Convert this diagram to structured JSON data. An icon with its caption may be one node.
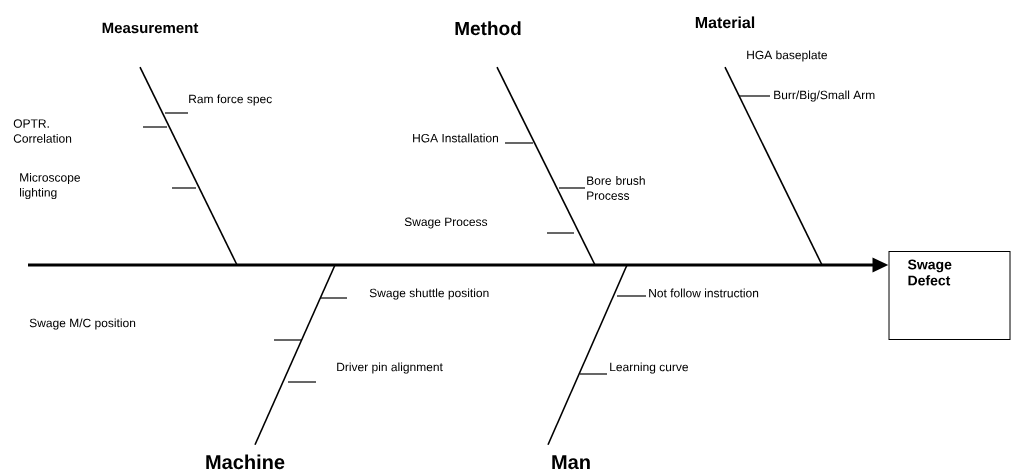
{
  "diagram": {
    "nodes": [
      {
        "text": [
          "Swage Defect"
        ]
      },
      {
        "text": [
          "Measurement"
        ]
      },
      {
        "text": [
          "Method"
        ]
      },
      {
        "text": [
          "Material"
        ]
      },
      {
        "text": [
          "Machine"
        ]
      },
      {
        "text": [
          "Man"
        ]
      }
    ],
    "edges": [
      {
        "from": null,
        "to": 0,
        "arrow": "to",
        "style": "thick"
      },
      {
        "from": 1,
        "to": null,
        "arrow": "none"
      },
      {
        "from": 2,
        "to": null,
        "arrow": "none"
      },
      {
        "from": 3,
        "to": null,
        "arrow": "none"
      },
      {
        "from": 4,
        "to": null,
        "arrow": "none"
      },
      {
        "from": 5,
        "to": null,
        "arrow": "none"
      }
    ],
    "labels": [
      "Ram force spec",
      "HGA baseplate",
      "OPTR. Correlation",
      "HGA Installation",
      "Burr/Big/Small Arm",
      "Microscope lighting",
      "Bore brush Process",
      "Swage Process",
      "Swage shuttle position",
      "Not follow instruction",
      "Swage M/C  position",
      "Driver pin alignment",
      "Learning curve"
    ]
  }
}
